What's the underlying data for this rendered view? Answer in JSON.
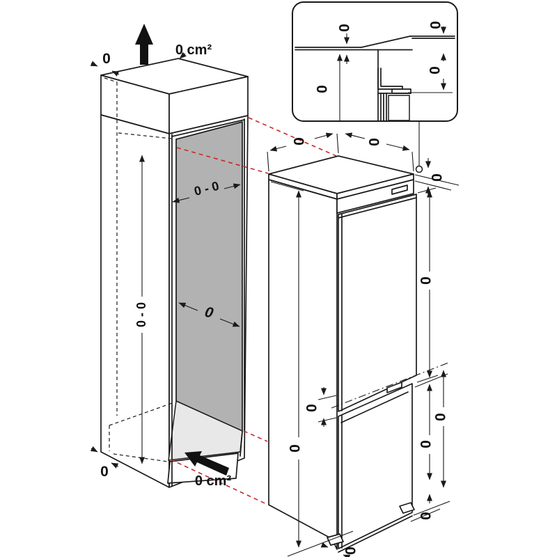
{
  "title": "Built-in fridge-freezer installation dimensions diagram",
  "colors": {
    "line": "#1a1a1a",
    "projection_red": "#c82828",
    "niche_back_gray": "#b2b2b2",
    "niche_floor_gray": "#e8e8e8",
    "background": "#ffffff"
  },
  "cabinet": {
    "wall_gap_top": "0",
    "vent_area_top": "0 cm²",
    "niche_height": "0 - 0",
    "niche_width": "0 - 0",
    "niche_depth": "0",
    "wall_gap_bottom": "0",
    "vent_area_bottom": "0 cm²"
  },
  "appliance": {
    "top_depth": "0",
    "top_width": "0",
    "top_clearance": "0",
    "fridge_door_height": "0",
    "door_gap": "0",
    "total_height": "0",
    "freezer_section_height": "0",
    "freezer_door_height": "0",
    "plinth_height": "0",
    "foot_inset": "0"
  },
  "detail_inset": {
    "worktop_thickness": "0",
    "edge_height": "0",
    "side_clearance": "0",
    "top_clearance": "0"
  }
}
